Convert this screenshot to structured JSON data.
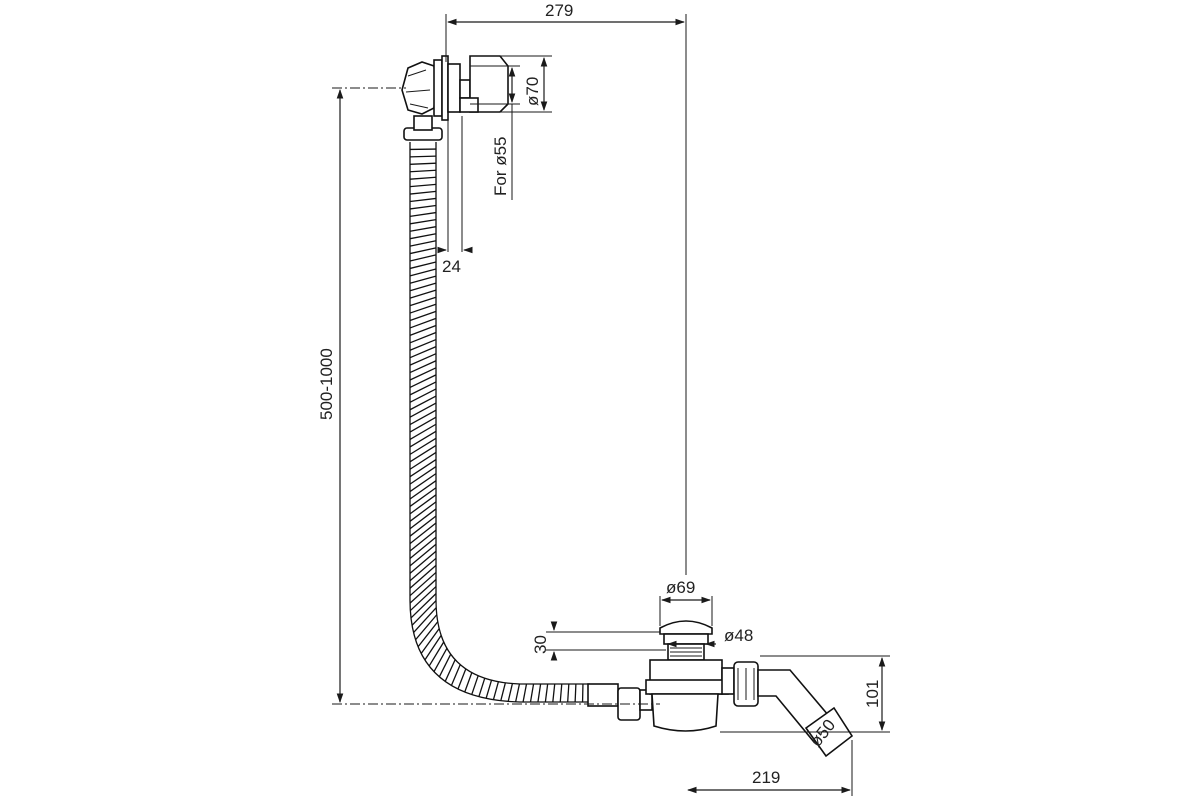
{
  "dimensions": {
    "overall_width": "279",
    "outlet_diameter": "ø70",
    "for_diameter": "For ø55",
    "overflow_depth": "24",
    "height_range": "500-1000",
    "plug_diameter": "ø69",
    "plug_height": "30",
    "inner_diameter": "ø48",
    "trap_height": "101",
    "pipe_diameter": "ø50",
    "trap_width": "219"
  },
  "colors": {
    "line": "#1a1a1a",
    "background": "#ffffff"
  }
}
